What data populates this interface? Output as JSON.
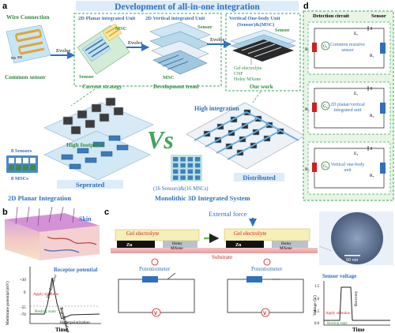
{
  "panels": {
    "a": {
      "letter": "a",
      "banner_title": "Development of all-in-one integration",
      "wire_connection": "Wire Connection",
      "common_sensor": "Common sensor",
      "evolve": "Evolve",
      "planar_unit_title": "2D Planar integrated Unit",
      "vertical_unit_title": "2D Vertical integrated Unit",
      "msc": "MSC",
      "sensor": "Sensor",
      "current_strategy": "Current strategy",
      "development_trend": "Development trend",
      "one_body_title_1": "Vertical One-body Unit",
      "one_body_title_2": "(Sensor)&(MSC)",
      "gel_electrolyte": "Gel electrolyte",
      "cnf": "CNF",
      "holey_mxene": "Holey MXene",
      "our_work": "Our work",
      "high_footprint": "High footprint",
      "high_integration": "High integration",
      "eight_sensors": "8 Sensors",
      "eight_mscs": "8 MSCs",
      "separated": "Seperated",
      "distributed": "Distributed",
      "vs": "Vs",
      "sixteen_units": "(16 Sensors)&(16 MSCs)",
      "planar_integration": "2D Planar Integration",
      "monolithic": "Monolithic 3D Integrated System"
    },
    "b": {
      "letter": "b",
      "skin": "Skin",
      "receptor_potential": "Receptor potential",
      "y_label": "Membrane potential (mV)",
      "y_ticks": [
        "+30",
        "0",
        "-55",
        "-70"
      ],
      "apply_stimulus": "Apply stimulus",
      "depolarization": "Depolarization",
      "repolarization": "Repolarization",
      "resting_state": "Resting state",
      "hyperpolarization": "Hyperpolarization",
      "x_label": "Time"
    },
    "c": {
      "letter": "c",
      "external_force": "External force",
      "gel_electrolyte": "Gel electrolyte",
      "zn": "Zn",
      "holey_mxene_1": "Holey",
      "holey_mxene_2": "MXene",
      "substrate": "Substrate",
      "potentiometer": "Potentiometer",
      "voltmeter": "V",
      "scale_bar": "50 nm",
      "sensor_voltage": "Sensor voltage",
      "y_label": "Voltage (V)",
      "y_ticks": [
        "0.0",
        "0.5",
        "1.0",
        "1.5"
      ],
      "apply_stimulus": "Apply stimulus",
      "recovery": "Recovery",
      "resting_state": "Resting state",
      "x_label": "Time"
    },
    "d": {
      "letter": "d",
      "detection_circuit": "Detection circuit",
      "sensor": "Sensor",
      "rows": [
        {
          "label": "Common resistive sensor",
          "source": "Eₓ",
          "resistor": "Rₒ",
          "gauge": "G₁",
          "load": "R₁"
        },
        {
          "label": "2D planar/vertical integrated unit",
          "source": "E₁",
          "resistor": "R₂",
          "gauge": "G₂",
          "load": "R₂"
        },
        {
          "label": "Vertical one-body unit",
          "source": "E₃",
          "resistor": "R₃",
          "gauge": "G₃",
          "load": "R₃"
        }
      ]
    }
  },
  "colors": {
    "accent_blue": "#2f6fbf",
    "green_text": "#2e8b3e",
    "dash_green": "#3aa55a",
    "red_text": "#d21f1f",
    "pink_text": "#e0307a",
    "d_bg": "#e8f5e4"
  }
}
